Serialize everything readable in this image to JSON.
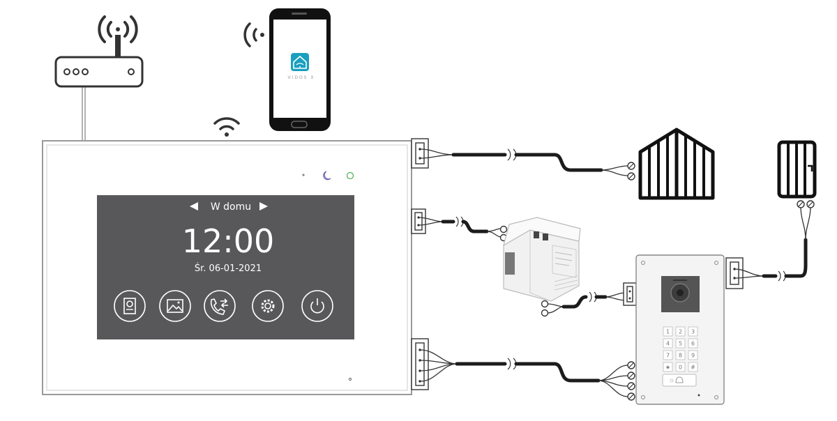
{
  "monitor": {
    "mode_label": "W domu",
    "time": "12:00",
    "date": "Śr. 06-01-2021",
    "menu_icons": [
      "door-station-icon",
      "gallery-icon",
      "intercom-call-icon",
      "settings-icon",
      "power-icon"
    ],
    "status_icons": [
      "dot-indicator-icon",
      "moon-icon",
      "wifi-status-icon"
    ]
  },
  "phone": {
    "app_label": "VIDOS X",
    "app_icon": "home-wifi-app-icon",
    "accent_color": "#1a9fbf"
  },
  "keypad": {
    "keys": [
      "1",
      "2",
      "3",
      "4",
      "5",
      "6",
      "7",
      "8",
      "9",
      "★",
      "0",
      "#"
    ]
  },
  "colors": {
    "screen": "#58585a",
    "cable": "#1c1c1c",
    "outline": "#333333"
  }
}
